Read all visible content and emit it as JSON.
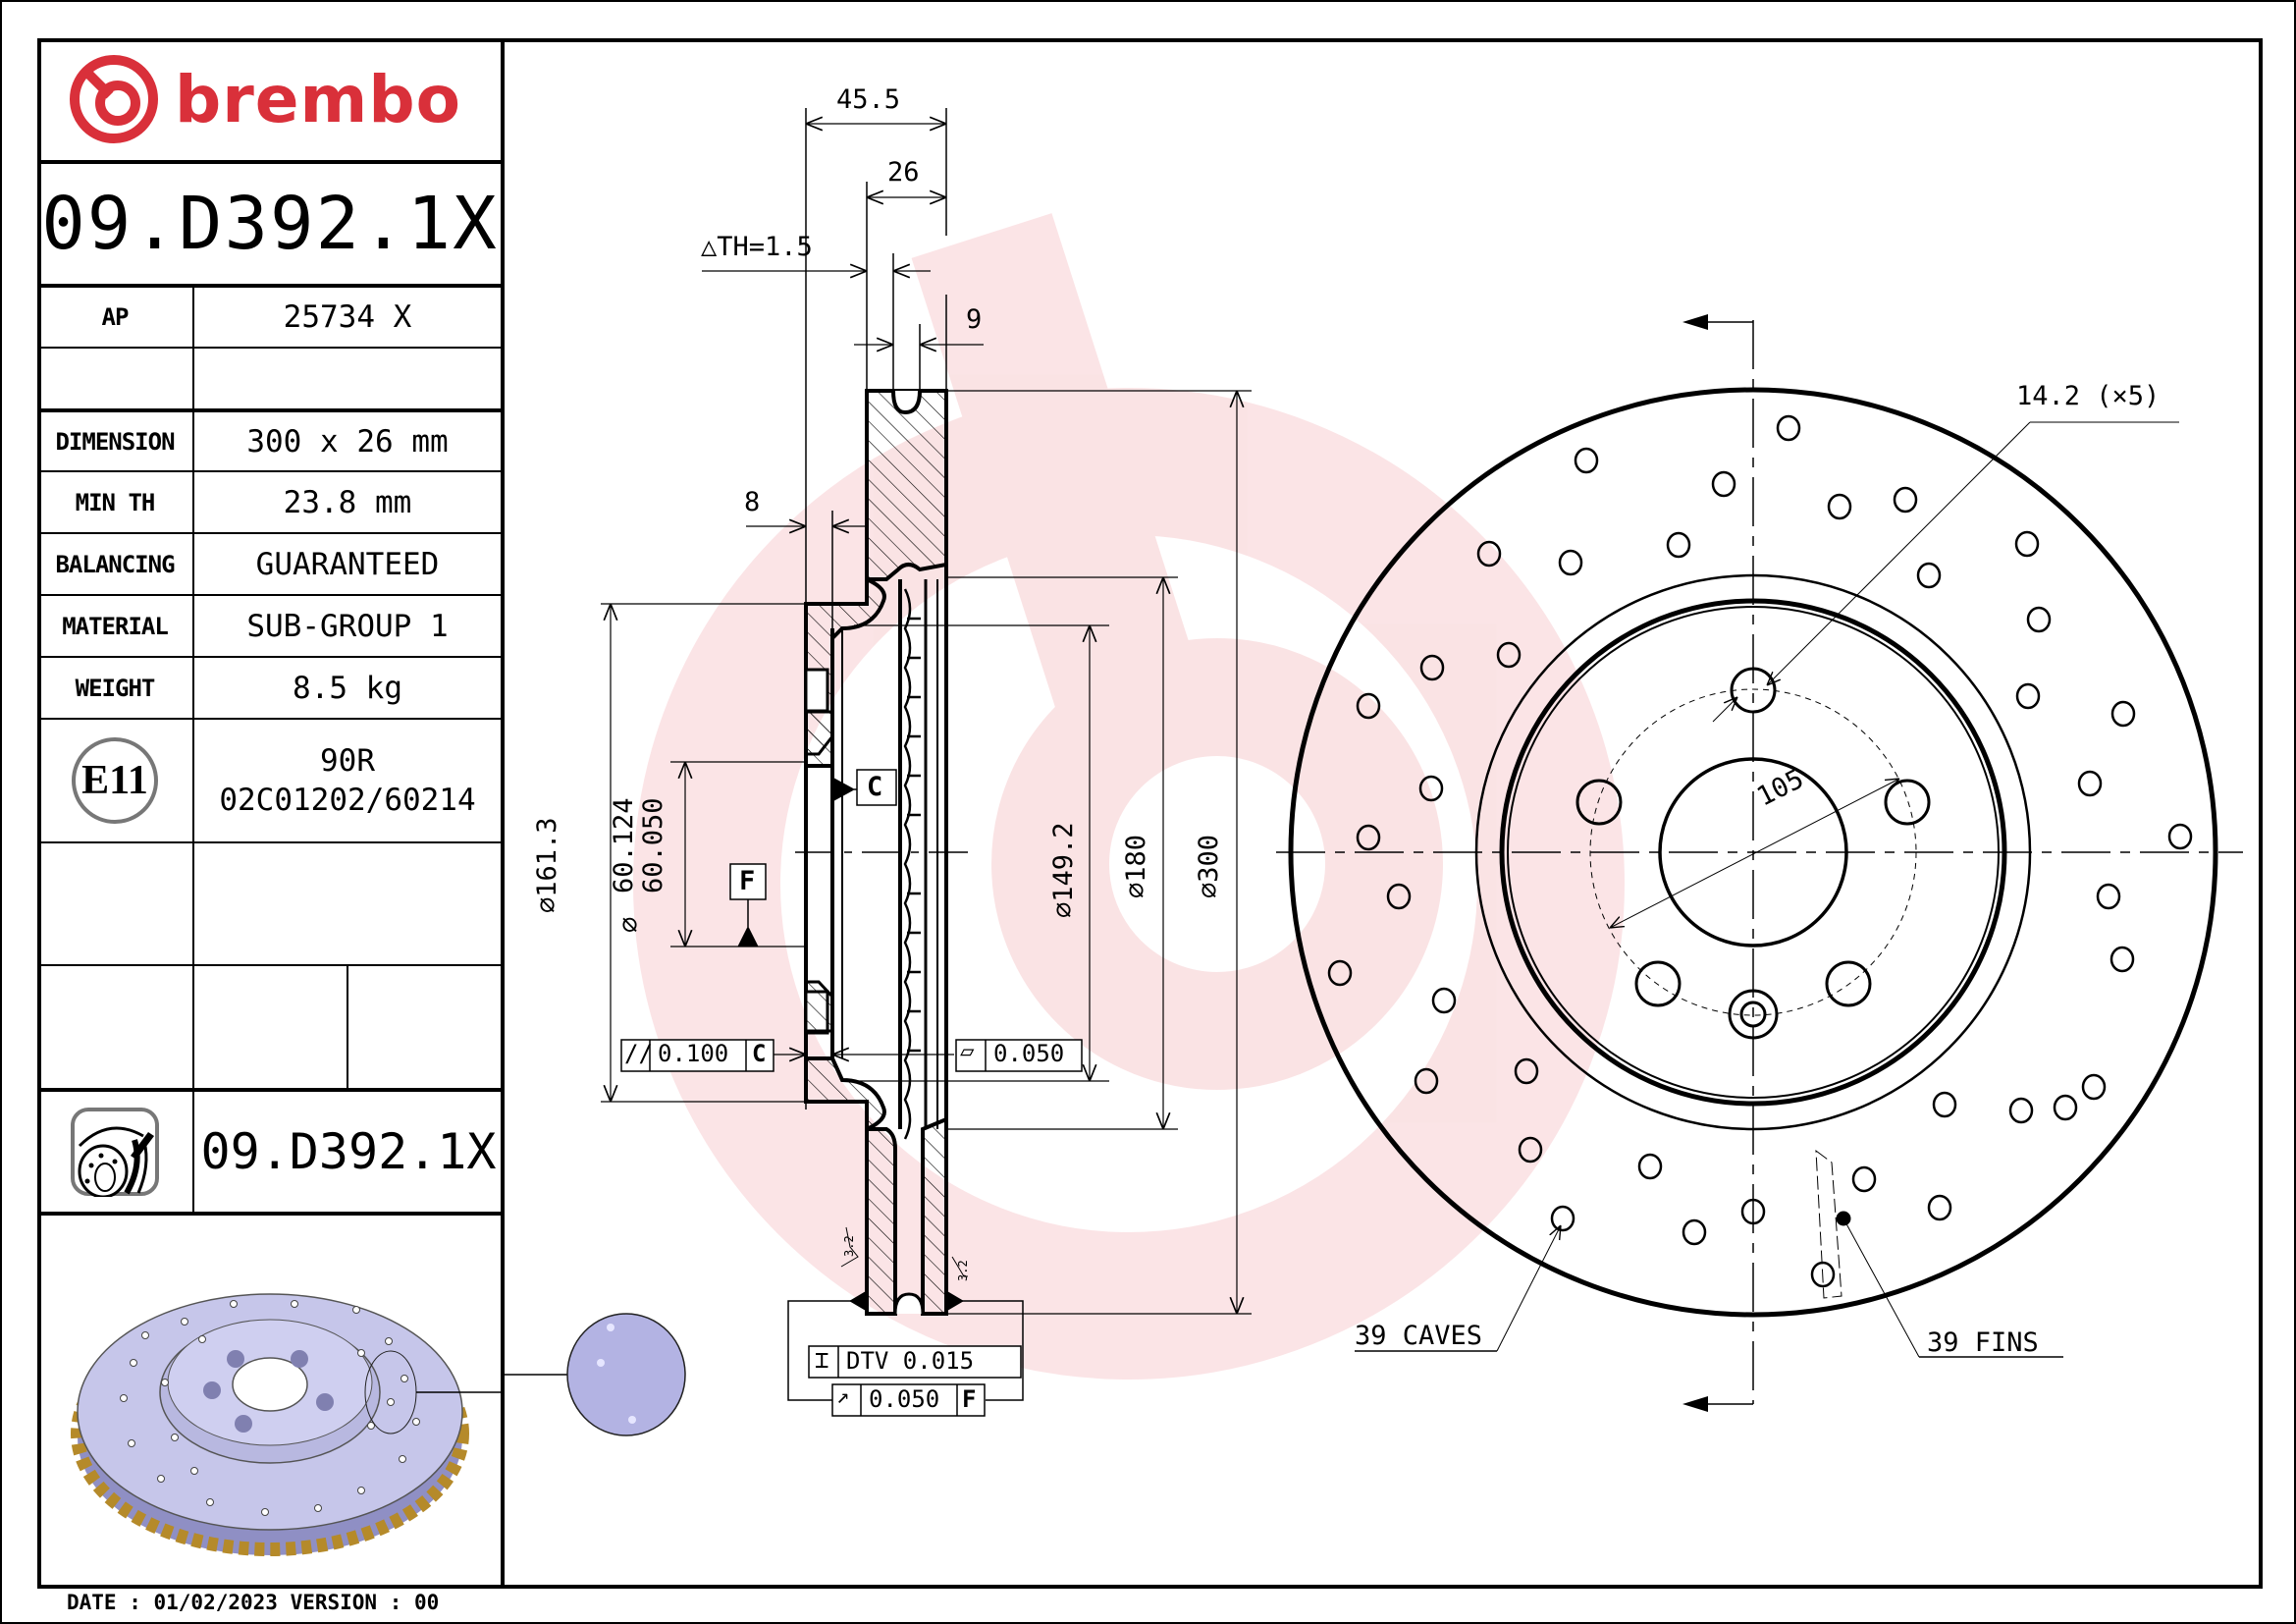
{
  "brand": {
    "name": "brembo",
    "color": "#d9303a"
  },
  "part_number": "09.D392.1X",
  "specs": [
    {
      "label": "AP",
      "value": "25734 X"
    },
    {
      "label": "",
      "value": ""
    },
    {
      "label": "DIMENSION",
      "value": "300 x 26 mm"
    },
    {
      "label": "MIN TH",
      "value": "23.8 mm"
    },
    {
      "label": "BALANCING",
      "value": "GUARANTEED"
    },
    {
      "label": "MATERIAL",
      "value": "SUB-GROUP 1"
    },
    {
      "label": "WEIGHT",
      "value": "8.5 kg"
    }
  ],
  "homologation": {
    "mark": "E11",
    "line1": "90R",
    "line2": "02C01202/60214"
  },
  "icon_row": {
    "icon": "brake-disc-drilling-icon",
    "part_number": "09.D392.1X"
  },
  "footer": "DATE : 01/02/2023 VERSION : 00",
  "section_view": {
    "dim_overall_width": "45.5",
    "dim_thickness": "26",
    "dim_delta_th": "△TH=1.5",
    "dim_plate": "9",
    "dim_hat": "8",
    "dia_161": "⌀161.3",
    "dia_centering_max": "60.124",
    "dia_centering_min": "60.050",
    "dia_centering_symbol": "⌀",
    "dia_149": "⌀149.2",
    "dia_180": "⌀180",
    "dia_300": "⌀300",
    "datum_c": "C",
    "datum_f": "F",
    "parallelism": {
      "symbol": "//",
      "value": "0.100",
      "datum": "C"
    },
    "flatness": {
      "symbol": "▱",
      "value": "0.050"
    },
    "dtv": {
      "symbol": "⌶",
      "label": "DTV 0.015"
    },
    "runout": {
      "symbol": "↗",
      "value": "0.050",
      "datum": "F"
    },
    "roughness": "3.2"
  },
  "front_view": {
    "bolt_hole": "14.2 (×5)",
    "pcd": "105",
    "caves": "39 CAVES",
    "fins": "39 FINS"
  }
}
